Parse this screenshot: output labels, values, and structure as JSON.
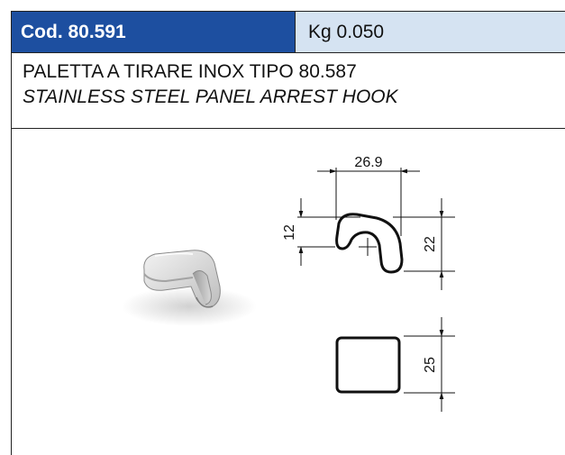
{
  "header": {
    "code": "Cod. 80.591",
    "weight": "Kg 0.050"
  },
  "title": {
    "italian": "PALETTA A TIRARE INOX TIPO 80.587",
    "english": "STAINLESS STEEL PANEL ARREST HOOK"
  },
  "dimensions": {
    "width": "26.9",
    "hook_height": "12",
    "total_height": "22",
    "square_side": "25"
  },
  "colors": {
    "code_background": "#1d4fa0",
    "weight_background": "#d5e3f2"
  }
}
